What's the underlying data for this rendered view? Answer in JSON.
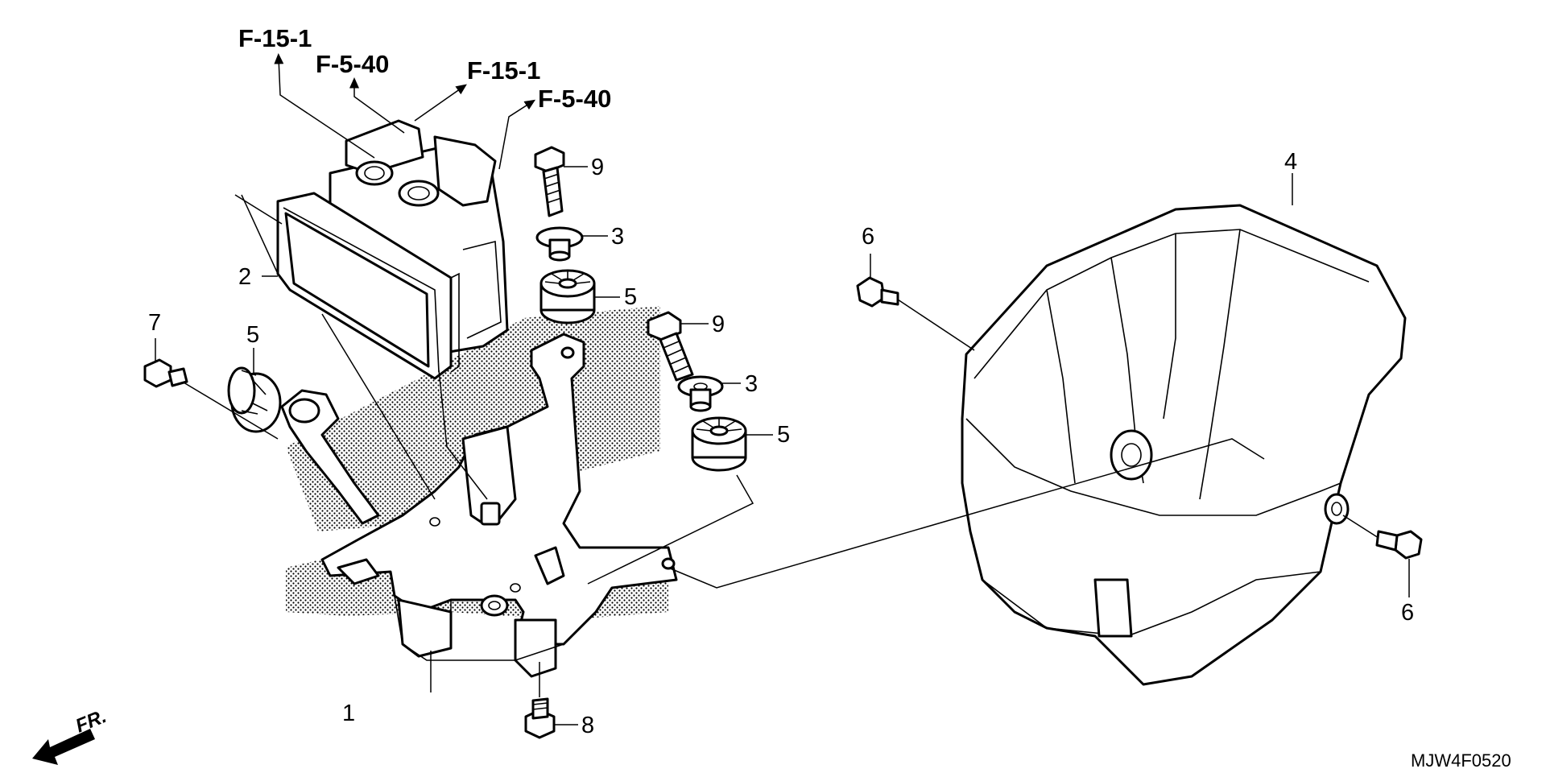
{
  "references": [
    {
      "id": "ref-f15-1-left",
      "text": "F-15-1"
    },
    {
      "id": "ref-f5-40-left",
      "text": "F-5-40"
    },
    {
      "id": "ref-f15-1-right",
      "text": "F-15-1"
    },
    {
      "id": "ref-f5-40-right",
      "text": "F-5-40"
    }
  ],
  "callouts": {
    "c1": "1",
    "c2": "2",
    "c3a": "3",
    "c3b": "3",
    "c4": "4",
    "c5a": "5",
    "c5b": "5",
    "c5c": "5",
    "c6a": "6",
    "c6b": "6",
    "c7": "7",
    "c8": "8",
    "c9a": "9",
    "c9b": "9"
  },
  "front_indicator": "FR.",
  "diagram_code": "MJW4F0520"
}
